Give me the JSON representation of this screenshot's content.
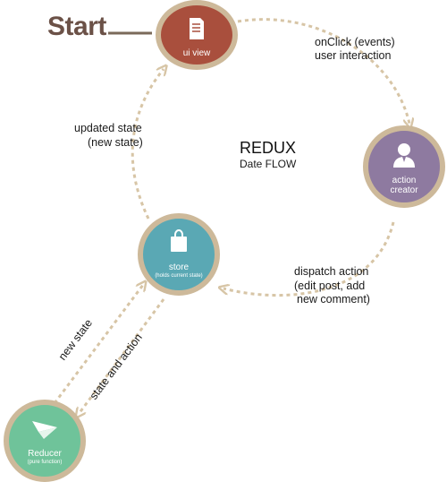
{
  "start": {
    "label": "Start"
  },
  "title": {
    "main": "REDUX",
    "sub": "Date FLOW"
  },
  "nodes": {
    "ui_view": {
      "label": "ui view",
      "icon": "document-icon",
      "color": "#a94f3d"
    },
    "action_creator": {
      "label_line1": "action",
      "label_line2": "creator",
      "icon": "user-icon",
      "color": "#8e7aa0"
    },
    "store": {
      "label": "store",
      "sublabel": "(holds current state)",
      "icon": "bag-icon",
      "color": "#5aa8b4"
    },
    "reducer": {
      "label": "Reducer",
      "sublabel": "(pure function)",
      "icon": "paper-plane-icon",
      "color": "#6fc39a"
    }
  },
  "ring_color": "#cdb99a",
  "arrow_color": "#d7c5a6",
  "edges": {
    "onclick": {
      "line1": "onClick (events)",
      "line2": "user interaction"
    },
    "dispatch": {
      "line1": "dispatch action",
      "line2": "(edit post, add",
      "line3": "new comment)"
    },
    "updated": {
      "line1": "updated state",
      "line2": "(new state)"
    },
    "new_state": {
      "label": "new state"
    },
    "state_action": {
      "label": "state and action"
    }
  }
}
